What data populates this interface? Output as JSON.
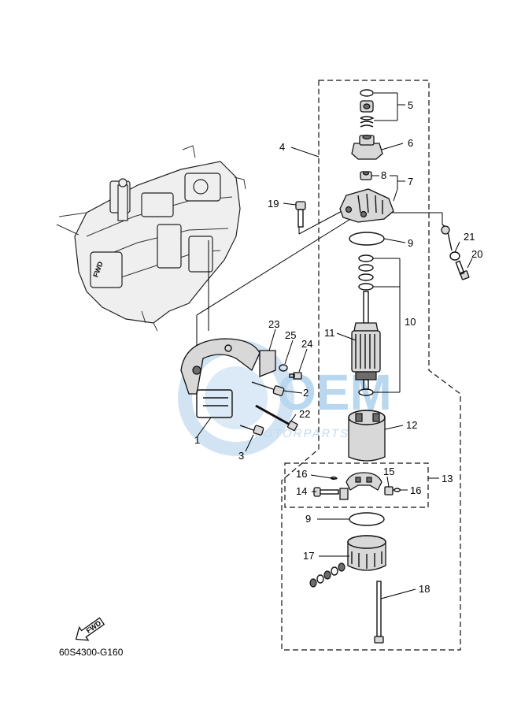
{
  "diagram": {
    "code": "60S4300-G160",
    "fwd_label": "FWD",
    "watermark": {
      "main": "OEM",
      "sub": "MOTORPARTS"
    },
    "callouts": {
      "c1": "1",
      "c2": "2",
      "c3": "3",
      "c4": "4",
      "c5": "5",
      "c6": "6",
      "c7": "7",
      "c8": "8",
      "c9a": "9",
      "c9b": "9",
      "c10": "10",
      "c11": "11",
      "c12": "12",
      "c13": "13",
      "c14": "14",
      "c15": "15",
      "c16a": "16",
      "c16b": "16",
      "c17": "17",
      "c18": "18",
      "c19": "19",
      "c20": "20",
      "c21": "21",
      "c22": "22",
      "c23": "23",
      "c24": "24",
      "c25": "25"
    }
  }
}
